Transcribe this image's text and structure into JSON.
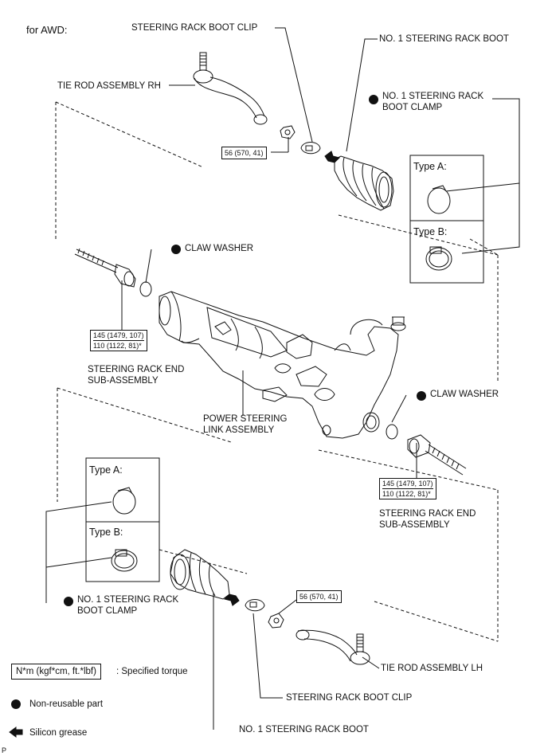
{
  "header": {
    "variant": "for AWD:"
  },
  "labels": {
    "boot_clip_top": "STEERING RACK BOOT CLIP",
    "boot_top": "NO. 1 STEERING RACK BOOT",
    "tie_rod_rh": "TIE ROD ASSEMBLY RH",
    "clamp_top_1": "NO. 1 STEERING RACK",
    "clamp_top_2": "BOOT CLAMP",
    "type_a_top": "Type A:",
    "type_b_top": "Type B:",
    "claw_washer_left": "CLAW WASHER",
    "rack_end_left_1": "STEERING RACK END",
    "rack_end_left_2": "SUB-ASSEMBLY",
    "pslink_1": "POWER STEERING",
    "pslink_2": "LINK ASSEMBLY",
    "claw_washer_right": "CLAW WASHER",
    "rack_end_right_1": "STEERING RACK END",
    "rack_end_right_2": "SUB-ASSEMBLY",
    "type_a_bottom": "Type A:",
    "type_b_bottom": "Type B:",
    "clamp_bottom_1": "NO. 1 STEERING RACK",
    "clamp_bottom_2": "BOOT CLAMP",
    "tie_rod_lh": "TIE ROD ASSEMBLY LH",
    "boot_clip_bottom": "STEERING RACK BOOT CLIP",
    "boot_bottom": "NO. 1 STEERING RACK BOOT"
  },
  "torques": {
    "nut_top": "56 (570, 41)",
    "rack_left_1": "145 (1479, 107)",
    "rack_left_2": "110 (1122, 81)*",
    "rack_right_1": "145 (1479, 107)",
    "rack_right_2": "110 (1122, 81)*",
    "nut_bottom": "56 (570, 41)"
  },
  "legend": {
    "torque_box": "N*m (kgf*cm, ft.*lbf)",
    "torque_desc": ": Specified torque",
    "nonreusable": "Non-reusable part",
    "silicon": "Silicon grease"
  },
  "footer": {
    "code": "P"
  },
  "colors": {
    "ink": "#111111",
    "paper": "#ffffff",
    "shade": "#d8d8d8"
  }
}
